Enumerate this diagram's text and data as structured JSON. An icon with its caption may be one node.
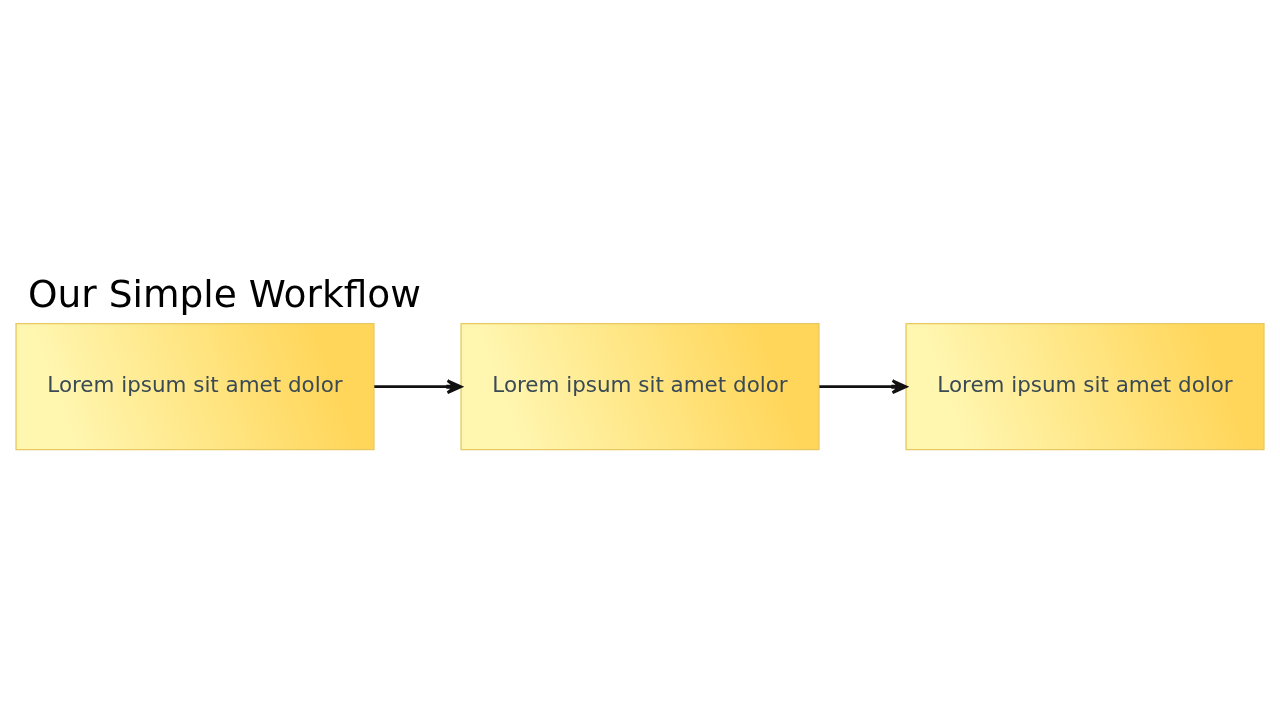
{
  "diagram": {
    "title": "Our Simple Workflow",
    "nodes": [
      {
        "text": [
          "Lorem ipsum sit amet dolor"
        ]
      },
      {
        "text": [
          "Lorem ipsum sit amet dolor"
        ]
      },
      {
        "text": [
          "Lorem ipsum sit amet dolor"
        ]
      }
    ],
    "edges": [
      {
        "from": 0,
        "to": 1,
        "arrow": "to"
      },
      {
        "from": 1,
        "to": 2,
        "arrow": "to"
      }
    ]
  }
}
